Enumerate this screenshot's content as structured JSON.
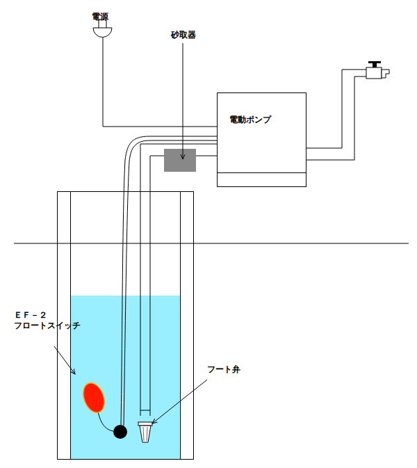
{
  "diagram": {
    "nodes": [
      {
        "text": [
          "電動ポンプ"
        ]
      }
    ],
    "labels": [
      "電源",
      "砂取器",
      "ＥＦ－２ フロートスイッチ",
      "フート弁"
    ]
  }
}
